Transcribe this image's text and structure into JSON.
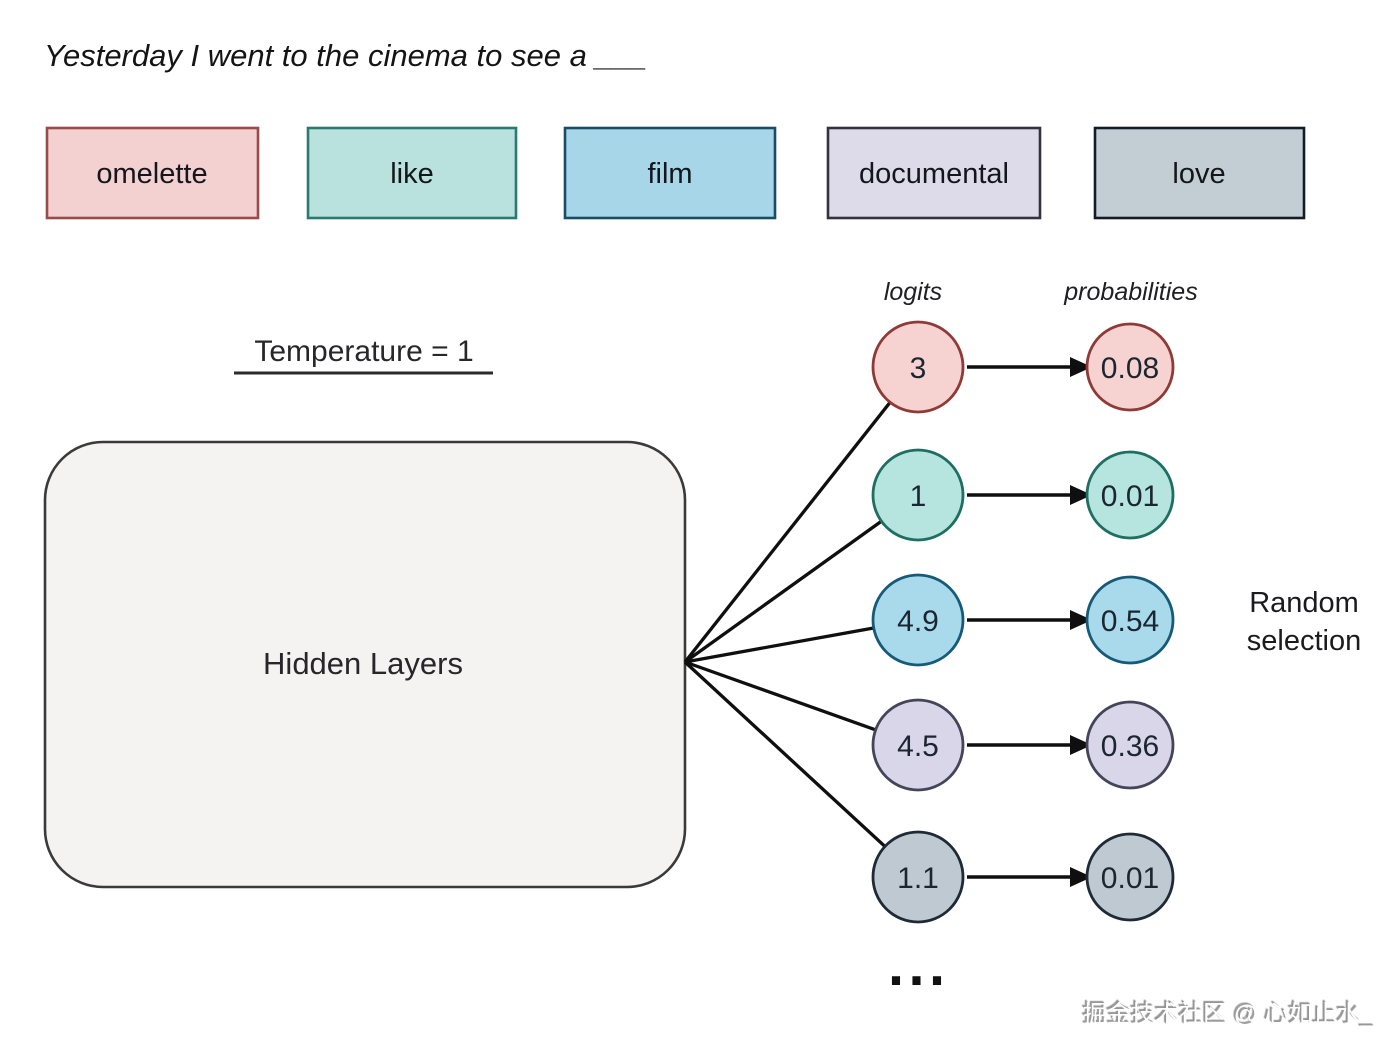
{
  "title": "Yesterday I went to the cinema to see a ___",
  "word_boxes": [
    {
      "label": "omelette",
      "fill": "#f3d1d0",
      "stroke": "#9a4a48"
    },
    {
      "label": "like",
      "fill": "#b9e2de",
      "stroke": "#2a7a70"
    },
    {
      "label": "film",
      "fill": "#a7d6e9",
      "stroke": "#1a4c66"
    },
    {
      "label": "documental",
      "fill": "#dddbe9",
      "stroke": "#33333f"
    },
    {
      "label": "love",
      "fill": "#c3cdd4",
      "stroke": "#131b26"
    }
  ],
  "temperature_label": "Temperature = 1",
  "hidden_layers": {
    "label": "Hidden Layers",
    "fill": "#f4f3f1",
    "stroke": "#3a3a3a"
  },
  "column_headers": {
    "logits": "logits",
    "probabilities": "probabilities"
  },
  "rows": [
    {
      "logit": "3",
      "probability": "0.08",
      "fill": "#f6d3d1",
      "stroke": "#8e3b38"
    },
    {
      "logit": "1",
      "probability": "0.01",
      "fill": "#b6e4df",
      "stroke": "#1e6e62"
    },
    {
      "logit": "4.9",
      "probability": "0.54",
      "fill": "#a9daec",
      "stroke": "#175a78"
    },
    {
      "logit": "4.5",
      "probability": "0.36",
      "fill": "#d8d6e8",
      "stroke": "#45455a"
    },
    {
      "logit": "1.1",
      "probability": "0.01",
      "fill": "#bfc9d2",
      "stroke": "#1e2a36"
    }
  ],
  "random_selection": {
    "line1": "Random",
    "line2": "selection"
  },
  "ellipsis": "...",
  "watermark": "掘金技术社区 @ 心如止水_",
  "colors": {
    "background": "#ffffff",
    "line": "#0f0f0f",
    "text": "#1c1c20"
  }
}
